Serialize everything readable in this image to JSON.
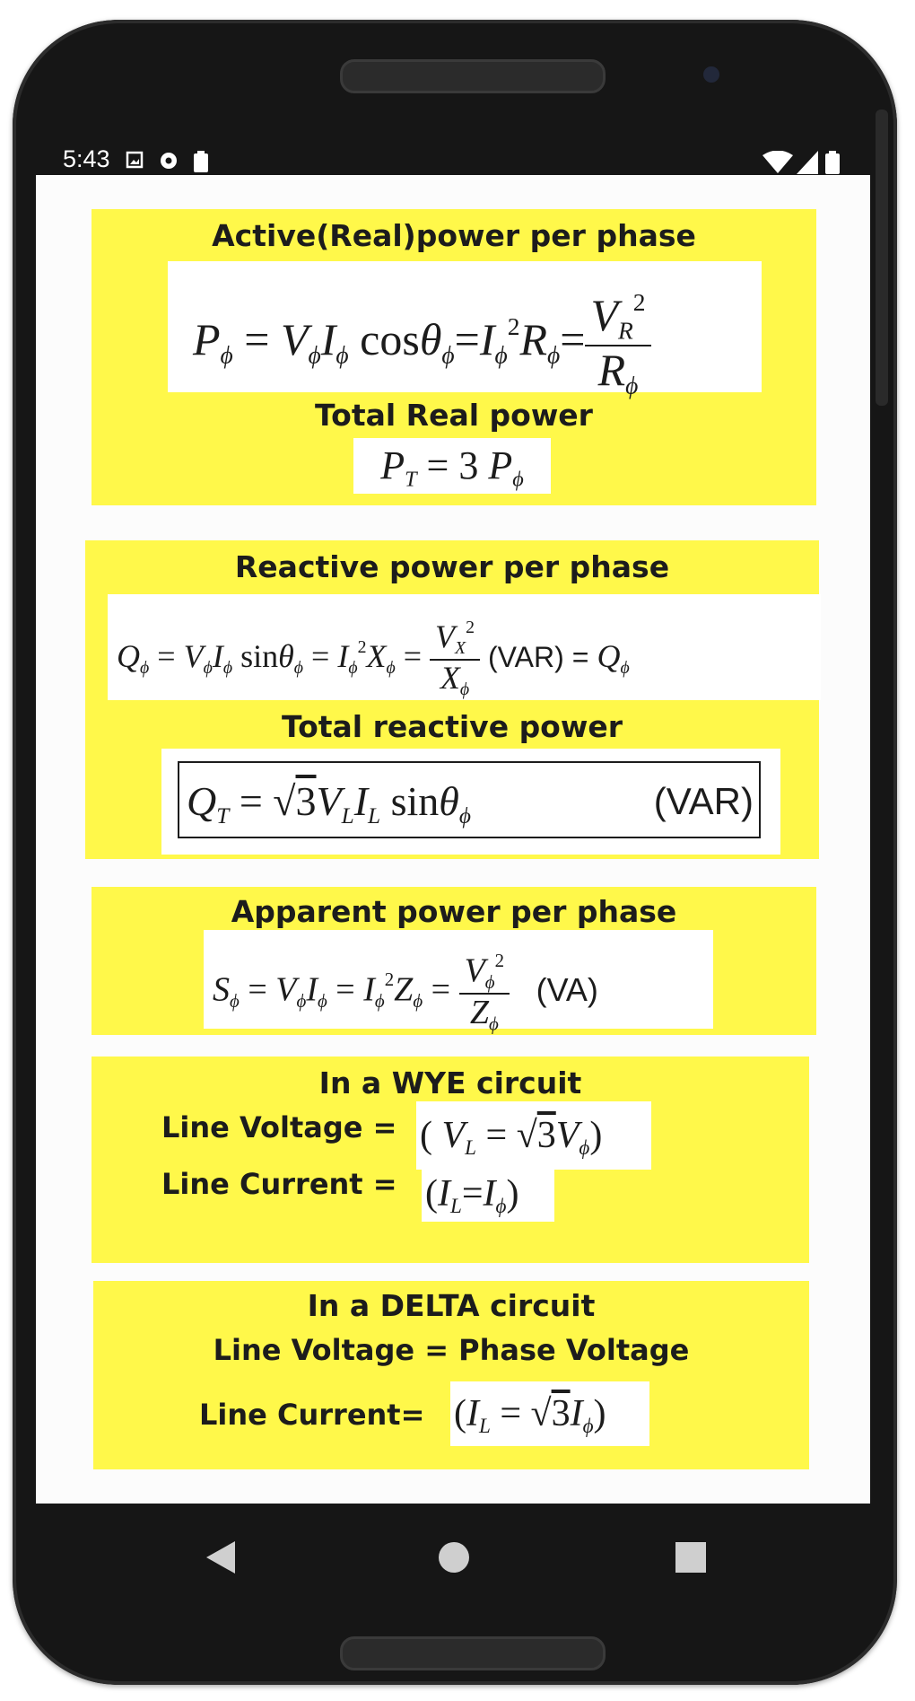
{
  "status_bar": {
    "time": "5:43",
    "icons": [
      "photo-icon",
      "settings-icon",
      "battery-saver-icon",
      "wifi-icon",
      "signal-icon",
      "battery-icon"
    ]
  },
  "cards": [
    {
      "title": "Active(Real)power per phase",
      "formula": {
        "p": "P",
        "phi": "ϕ",
        "eq": "=",
        "v": "V",
        "i": "I",
        "cos": "cos",
        "theta": "θ",
        "sq": "2",
        "r": "R",
        "vr_sub": "R"
      },
      "subtitle": "Total Real power",
      "total": {
        "p": "P",
        "t": "T",
        "eq": "=",
        "three": "3",
        "phi": "ϕ"
      }
    },
    {
      "title": "Reactive power per phase",
      "formula": {
        "q": "Q",
        "phi": "ϕ",
        "eq": "=",
        "v": "V",
        "i": "I",
        "sin": "sin",
        "theta": "θ",
        "sq": "2",
        "x": "X",
        "unit": "(VAR)",
        "tail_eq": "="
      },
      "subtitle": "Total reactive power",
      "total": {
        "q": "Q",
        "t": "T",
        "eq": "=",
        "root": "√",
        "three": "3",
        "v": "V",
        "l": "L",
        "i": "I",
        "sin": "sin",
        "theta": "θ",
        "phi": "ϕ",
        "unit": "(VAR)"
      }
    },
    {
      "title": "Apparent power per phase",
      "formula": {
        "s": "S",
        "phi": "ϕ",
        "eq": "=",
        "v": "V",
        "i": "I",
        "sq": "2",
        "z": "Z",
        "unit": "(VA)"
      }
    },
    {
      "title": "In a WYE circuit",
      "line_voltage_label": "Line Voltage =",
      "line_current_label": "Line Current =",
      "voltage_formula": {
        "open": "(",
        "v": "V",
        "l": "L",
        "eq": "=",
        "root": "√",
        "three": "3",
        "phi": "ϕ",
        "close": ")"
      },
      "current_formula": {
        "open": "(",
        "i": "I",
        "l": "L",
        "eq": "=",
        "phi": "ϕ",
        "close": ")"
      }
    },
    {
      "title": "In a DELTA circuit",
      "line_voltage_text": "Line Voltage = Phase Voltage",
      "line_current_label": "Line Current=",
      "current_formula": {
        "open": "(",
        "i": "I",
        "l": "L",
        "eq": "=",
        "root": "√",
        "three": "3",
        "phi": "ϕ",
        "close": ")"
      }
    }
  ],
  "nav_bar": {
    "buttons": [
      "back",
      "home",
      "overview"
    ]
  },
  "colors": {
    "card_bg": "#fff84a",
    "phone_body": "#161616",
    "text": "#1c1c1c"
  }
}
